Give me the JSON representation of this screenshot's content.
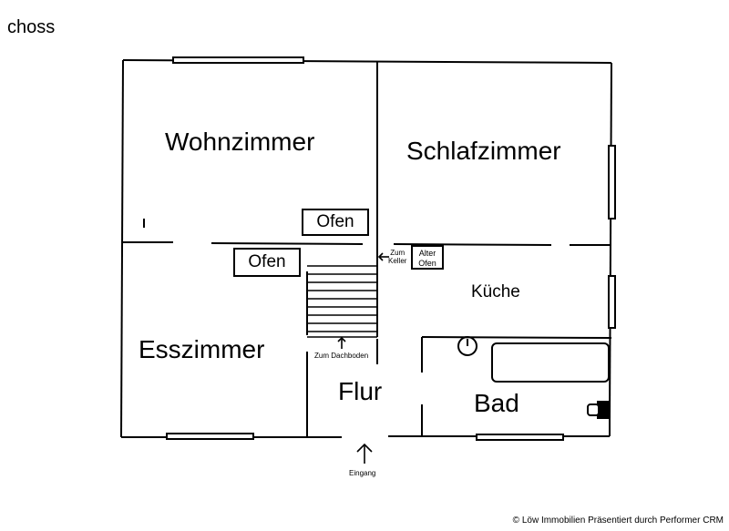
{
  "header": {
    "author_note": "choss"
  },
  "rooms": {
    "wohnzimmer": "Wohnzimmer",
    "schlafzimmer": "Schlafzimmer",
    "kueche": "Küche",
    "esszimmer": "Esszimmer",
    "flur": "Flur",
    "bad": "Bad"
  },
  "fixtures": {
    "ofen_top": "Ofen",
    "ofen_left": "Ofen",
    "alter_ofen_line1": "Alter",
    "alter_ofen_line2": "Ofen"
  },
  "annotations": {
    "zum_keller_line1": "Zum",
    "zum_keller_line2": "Keller",
    "zum_dachboden": "Zum Dachboden",
    "eingang": "Eingang"
  },
  "footer": {
    "copyright": "© Löw Immobilien Präsentiert durch Performer CRM"
  },
  "icons": [
    "arrow-left-icon",
    "arrow-up-icon",
    "entrance-arrow-icon",
    "bathtub-icon",
    "toilet-icon",
    "sink-icon",
    "window-icon",
    "staircase-icon"
  ],
  "colors": {
    "lines": "#000000",
    "background": "#ffffff"
  }
}
